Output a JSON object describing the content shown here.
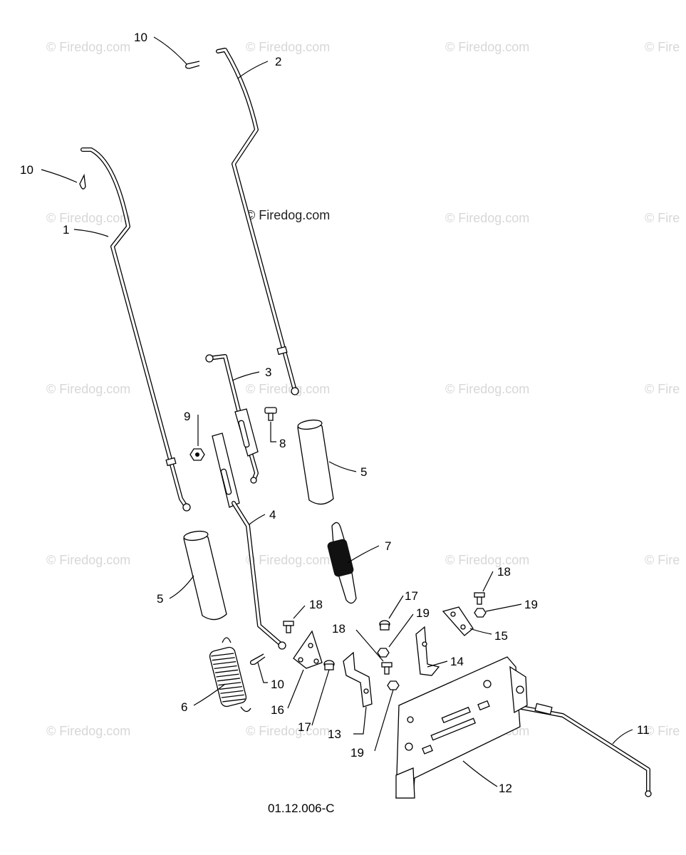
{
  "diagram_code": "01.12.006-C",
  "watermark_text": "© Firedog.com",
  "watermark_partial_text": "© Fire",
  "callouts": [
    "1",
    "2",
    "3",
    "4",
    "5",
    "6",
    "7",
    "8",
    "9",
    "10",
    "11",
    "12",
    "13",
    "14",
    "15",
    "16",
    "17",
    "18",
    "19"
  ]
}
